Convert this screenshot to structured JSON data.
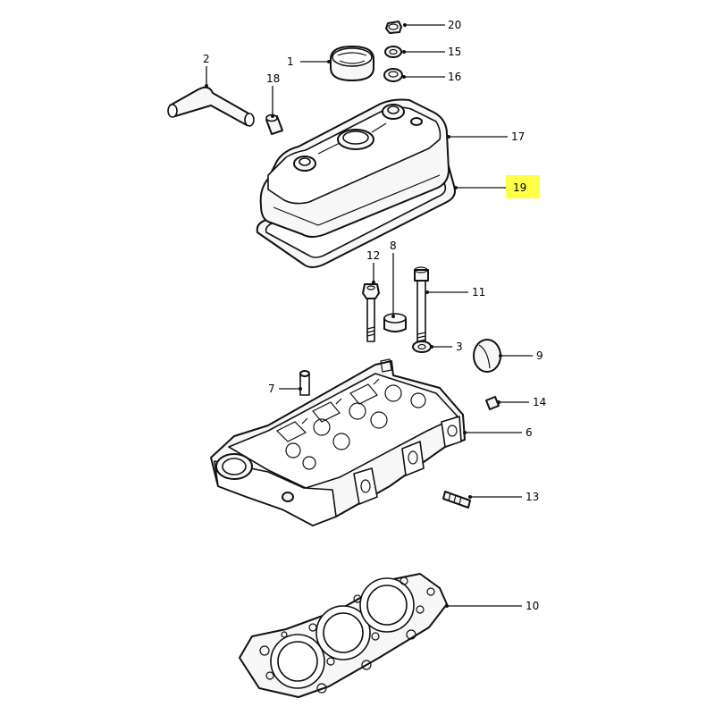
{
  "labels": {
    "p1": "1",
    "p2": "2",
    "p3": "3",
    "p6": "6",
    "p7": "7",
    "p8": "8",
    "p9": "9",
    "p10": "10",
    "p11": "11",
    "p12": "12",
    "p13": "13",
    "p14": "14",
    "p15": "15",
    "p16": "16",
    "p17": "17",
    "p18": "18",
    "p19": "19",
    "p20": "20"
  },
  "highlight": {
    "part": "19",
    "color": "#ffff4a"
  }
}
